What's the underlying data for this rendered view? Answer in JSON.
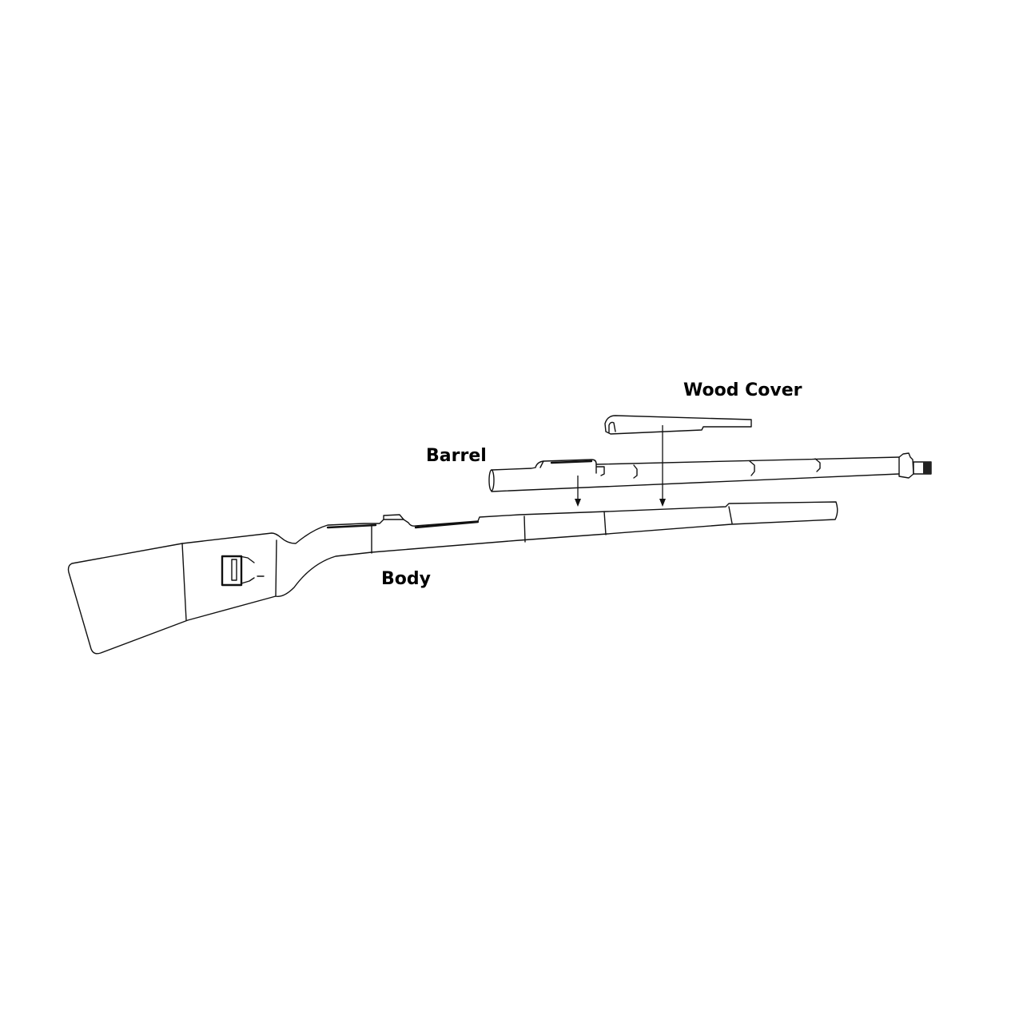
{
  "labels": {
    "wood_cover": "Wood Cover",
    "barrel": "Barrel",
    "body": "Body"
  },
  "colors": {
    "line": "#111111",
    "background": "#ffffff"
  }
}
